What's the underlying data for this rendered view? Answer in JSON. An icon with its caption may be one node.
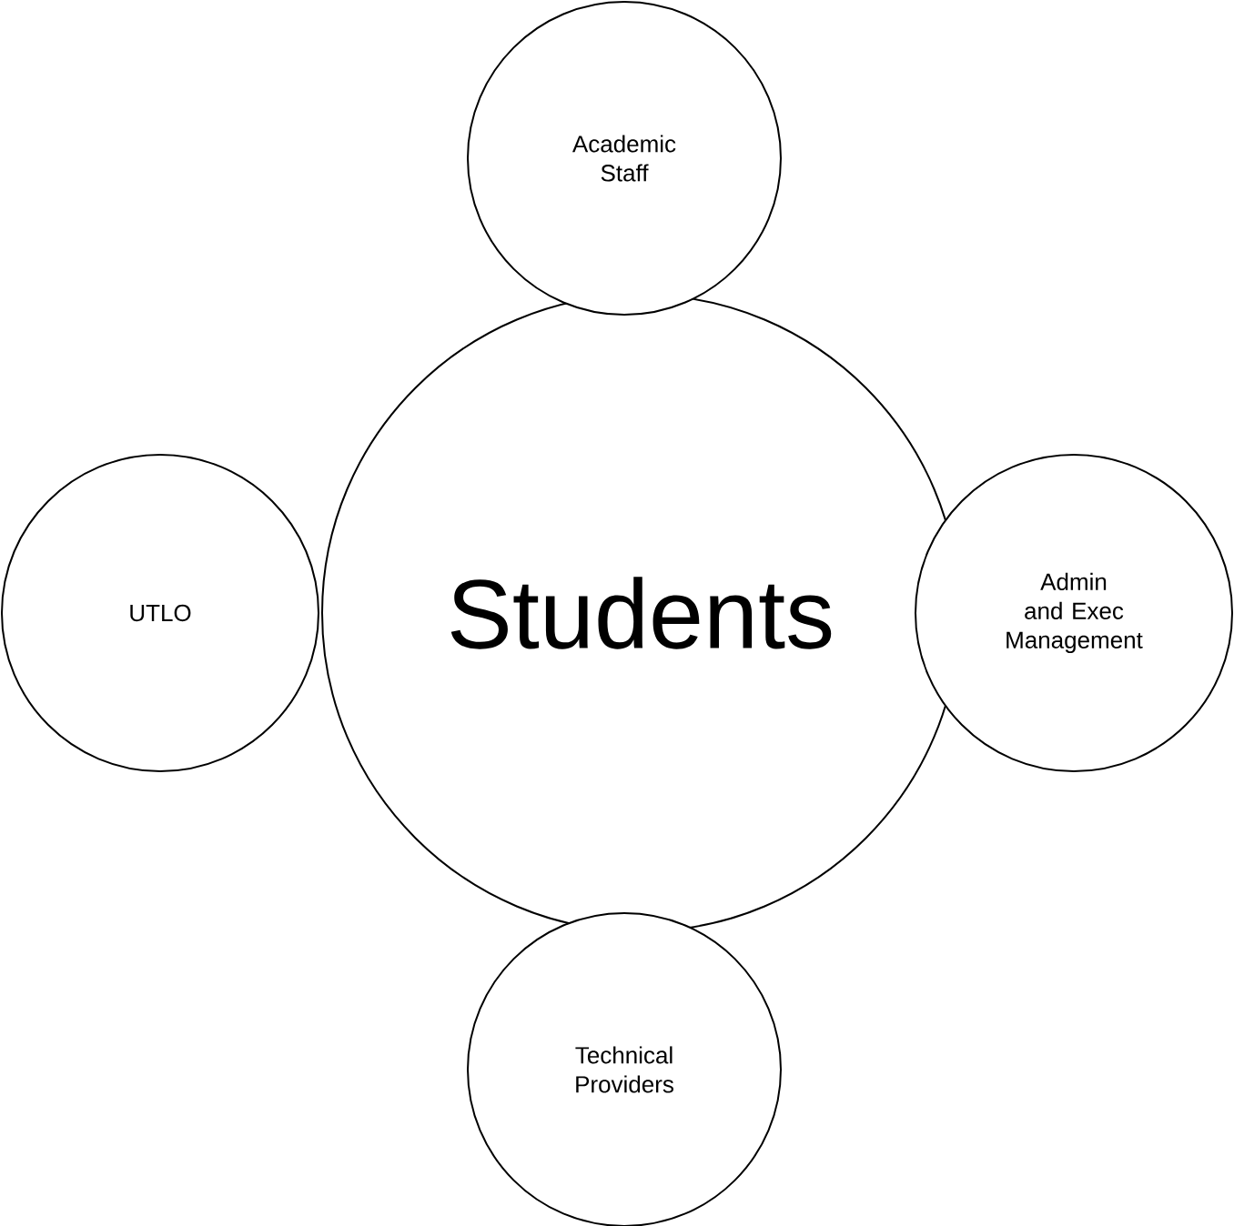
{
  "diagram": {
    "nodes": [
      {
        "text": [
          "Academic Staff"
        ]
      },
      {
        "text": [
          "UTLO"
        ]
      },
      {
        "text": [
          "Students"
        ]
      },
      {
        "text": [
          "Admin and Exec Management"
        ]
      },
      {
        "text": [
          "Technical Providers"
        ]
      }
    ]
  }
}
